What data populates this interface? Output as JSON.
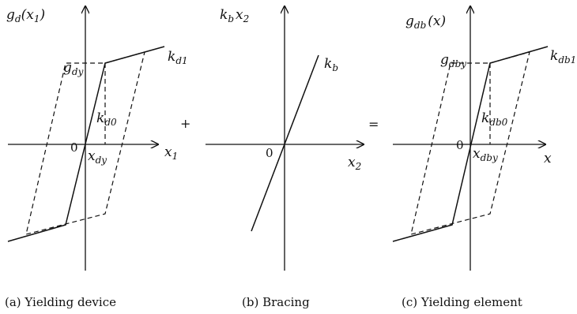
{
  "panel_a": {
    "ylabel_main": "g",
    "ylabel_sub": "d",
    "ylabel_arg": "(x",
    "ylabel_arg_sub": "1",
    "ylabel_close": ")",
    "yield_main": "g",
    "yield_sub": "dy",
    "k1_main": "k",
    "k1_sub": "d1",
    "k0_main": "k",
    "k0_sub": "d0",
    "origin": "0",
    "xy_main": "x",
    "xy_sub": "dy",
    "xlabel_main": "x",
    "xlabel_sub": "1",
    "caption": "(a) Yielding device"
  },
  "panel_b": {
    "ylabel_main1": "k",
    "ylabel_sub1": "b",
    "ylabel_main2": "x",
    "ylabel_sub2": "2",
    "kb_main": "k",
    "kb_sub": "b",
    "origin": "0",
    "xlabel_main": "x",
    "xlabel_sub": "2",
    "caption": "(b) Bracing"
  },
  "panel_c": {
    "ylabel_main": "g",
    "ylabel_sub": "db",
    "ylabel_arg": "(x)",
    "yield_main": "g",
    "yield_sub": "dby",
    "k1_main": "k",
    "k1_sub": "db1",
    "k0_main": "k",
    "k0_sub": "db0",
    "origin": "0",
    "xy_main": "x",
    "xy_sub": "dby",
    "xlabel_main": "x",
    "caption": "(c) Yielding element"
  },
  "operators": {
    "plus": "+",
    "equals": "="
  }
}
